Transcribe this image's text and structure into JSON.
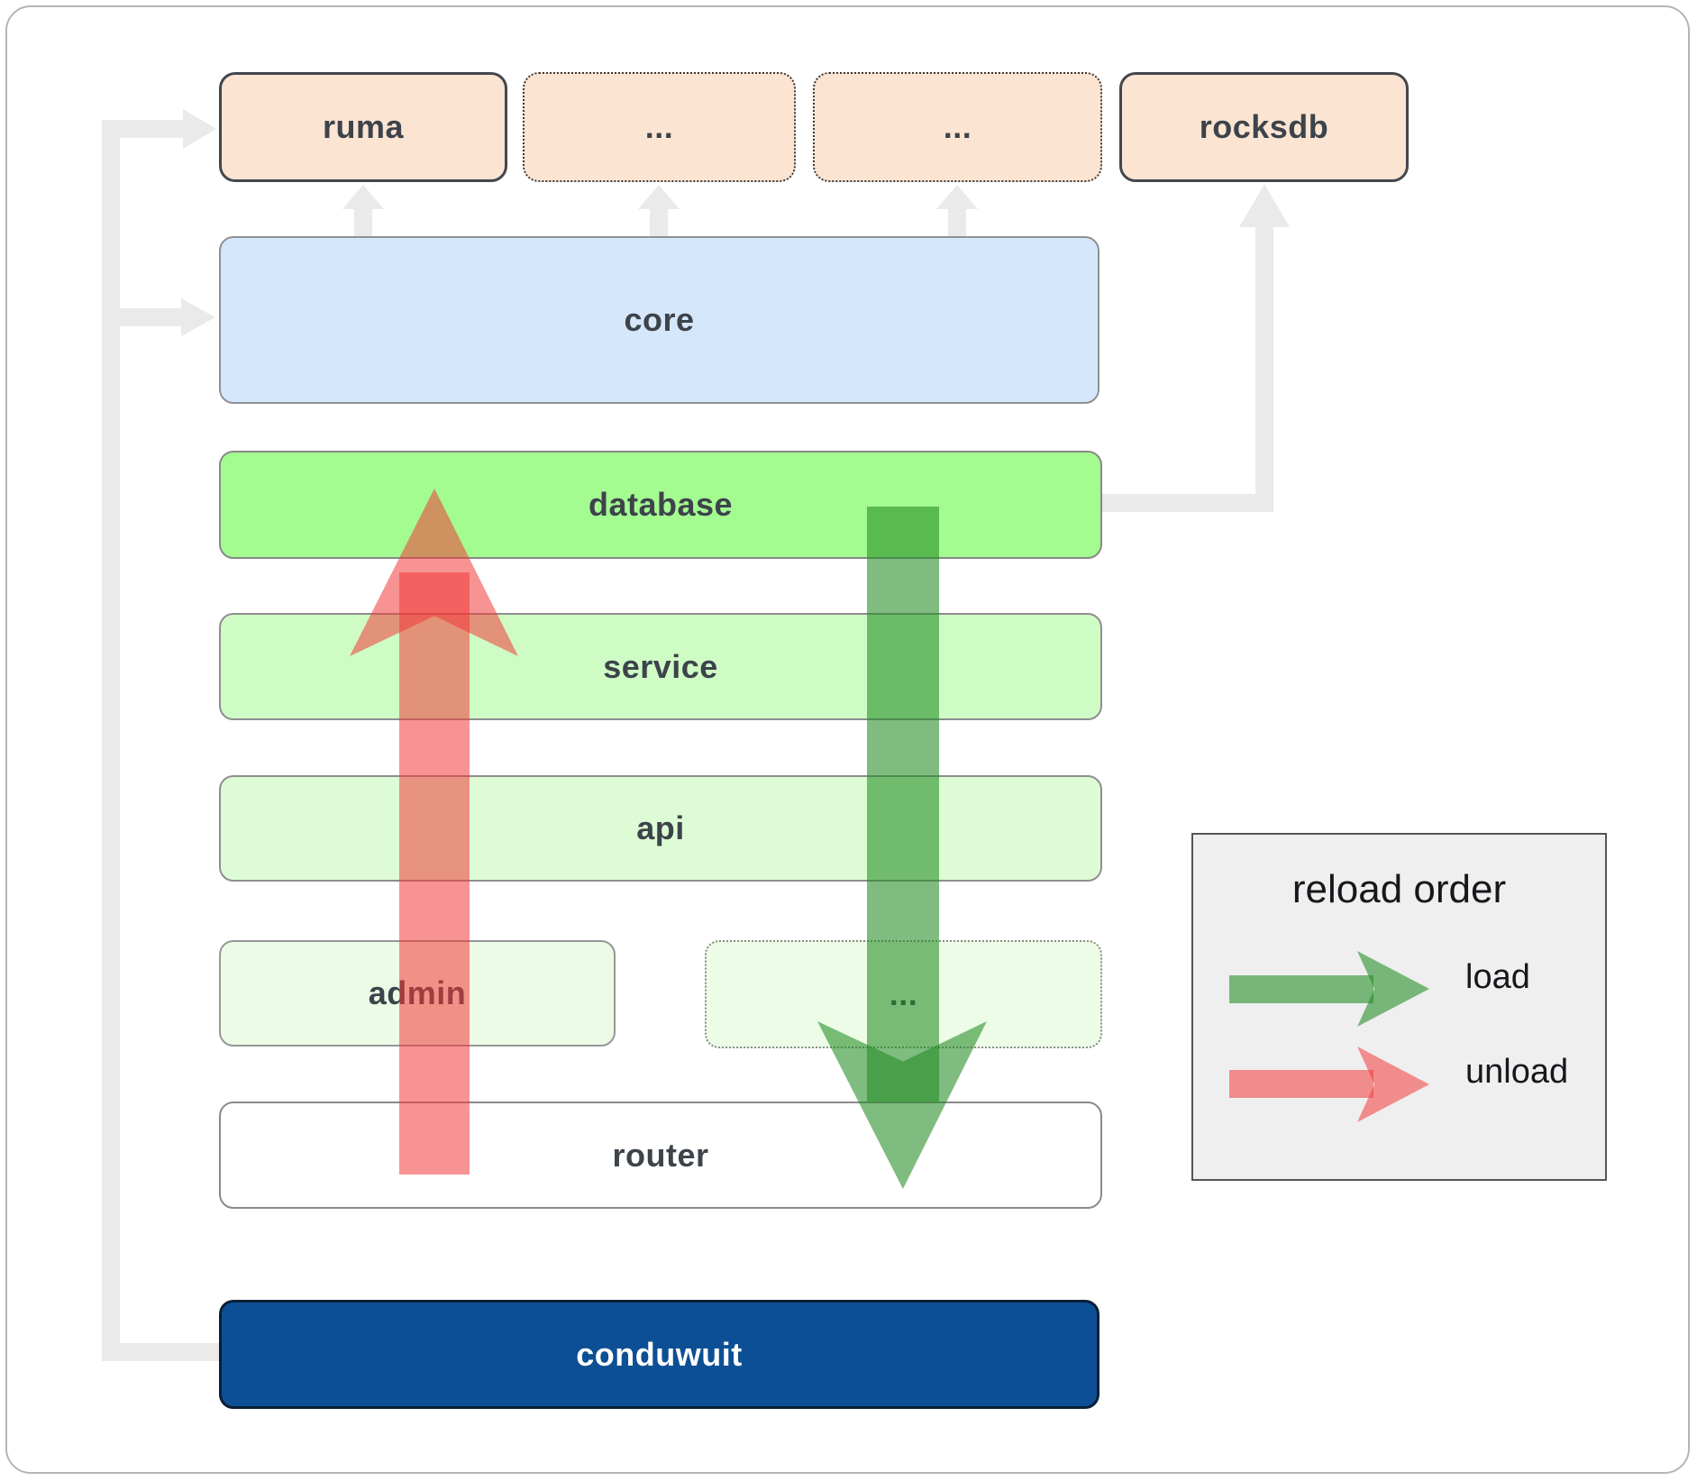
{
  "diagram": {
    "boxes": {
      "ruma": "ruma",
      "dots1": "...",
      "dots2": "...",
      "rocksdb": "rocksdb",
      "core": "core",
      "database": "database",
      "service": "service",
      "api": "api",
      "admin": "admin",
      "dots3": "...",
      "router": "router",
      "conduwuit": "conduwuit"
    },
    "legend": {
      "title": "reload order",
      "items": [
        {
          "label": "load",
          "color": "#228c22"
        },
        {
          "label": "unload",
          "color": "#f23838"
        }
      ]
    }
  },
  "colors": {
    "peach": "#fce4d2",
    "blue": "#d5e7fa",
    "green1": "#a4fb90",
    "green2": "#cffcc5",
    "green3": "#ddfcd5",
    "green4": "#ebfbe5",
    "green5": "#ecfce7",
    "navy": "#0d4f94",
    "connector": "#eaeaea",
    "legendbg": "#efefef"
  }
}
